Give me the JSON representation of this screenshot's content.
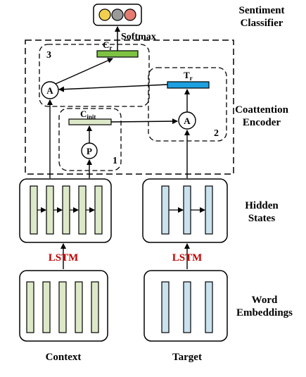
{
  "labels": {
    "sentiment_classifier_line1": "Sentiment",
    "sentiment_classifier_line2": "Classifier",
    "softmax": "Softmax",
    "coattention_line1": "Coattention",
    "coattention_line2": "Encoder",
    "hidden_states_line1": "Hidden",
    "hidden_states_line2": "States",
    "word_embeddings_line1": "Word",
    "word_embeddings_line2": "Embeddings",
    "lstm_left": "LSTM",
    "lstm_right": "LSTM",
    "context": "Context",
    "target": "Target",
    "cr_main": "C",
    "cr_sub": "r",
    "tr_main": "T",
    "tr_sub": "r",
    "cinit_main": "C",
    "cinit_sub": "init",
    "node_a_left": "A",
    "node_a_right": "A",
    "node_p": "P",
    "region_1": "1",
    "region_2": "2",
    "region_3": "3"
  },
  "colors": {
    "context_fill": "#dde8c8",
    "target_fill": "#c9e2ee",
    "cr_bar": "#7dc243",
    "tr_bar": "#1e9fe0",
    "cinit_bar": "#dde8c8",
    "lstm_text": "#c00000",
    "traffic_yellow": "#f2d04f",
    "traffic_gray": "#9a9a9a",
    "traffic_red": "#e47c72"
  }
}
